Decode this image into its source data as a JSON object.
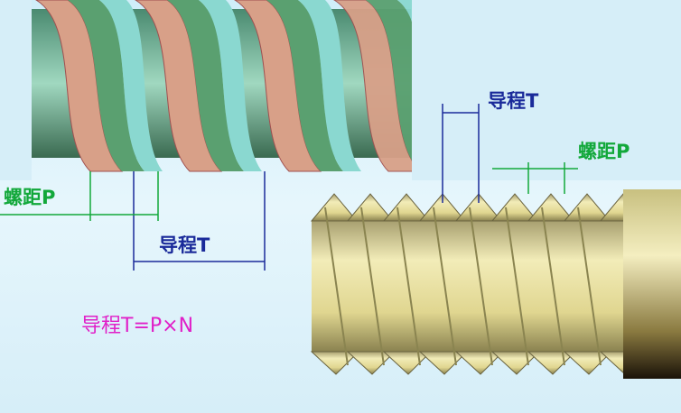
{
  "labels": {
    "pitch_left": "螺距P",
    "lead_left": "导程T",
    "formula": "导程T=P×N",
    "lead_right": "导程T",
    "pitch_right": "螺距P"
  },
  "colors": {
    "pitch": "#12a83a",
    "lead": "#1a2a9a",
    "formula": "#e020c8",
    "thread": "#e8e0a0"
  }
}
